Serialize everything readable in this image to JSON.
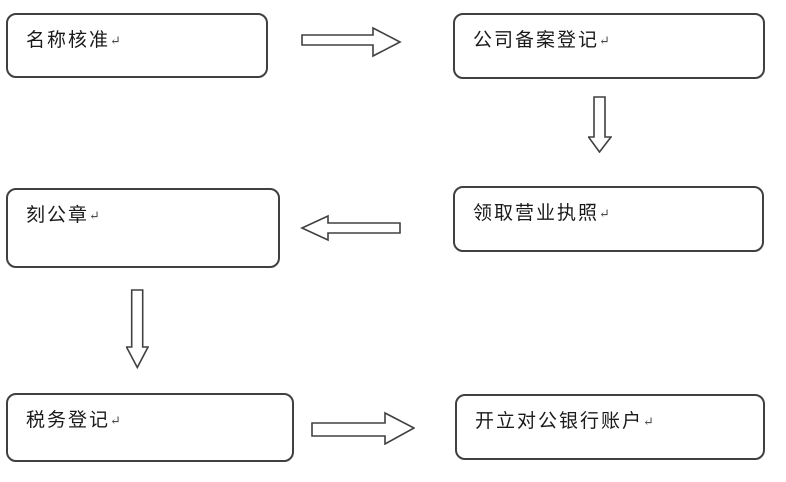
{
  "diagram": {
    "type": "flowchart",
    "title": "",
    "return_mark": "↵",
    "colors": {
      "border": "#404040",
      "text": "#1a1a1a",
      "fill": "#ffffff"
    },
    "nodes": [
      {
        "id": "name-approval",
        "label": "名称核准"
      },
      {
        "id": "company-filing",
        "label": "公司备案登记"
      },
      {
        "id": "seal-carving",
        "label": "刻公章"
      },
      {
        "id": "license-collection",
        "label": "领取营业执照"
      },
      {
        "id": "tax-registration",
        "label": "税务登记"
      },
      {
        "id": "bank-account",
        "label": "开立对公银行账户"
      }
    ],
    "edges": [
      {
        "from": "名称核准",
        "to": "公司备案登记",
        "direction": "right"
      },
      {
        "from": "公司备案登记",
        "to": "领取营业执照",
        "direction": "down"
      },
      {
        "from": "领取营业执照",
        "to": "刻公章",
        "direction": "left"
      },
      {
        "from": "刻公章",
        "to": "税务登记",
        "direction": "down"
      },
      {
        "from": "税务登记",
        "to": "开立对公银行账户",
        "direction": "right"
      }
    ]
  }
}
